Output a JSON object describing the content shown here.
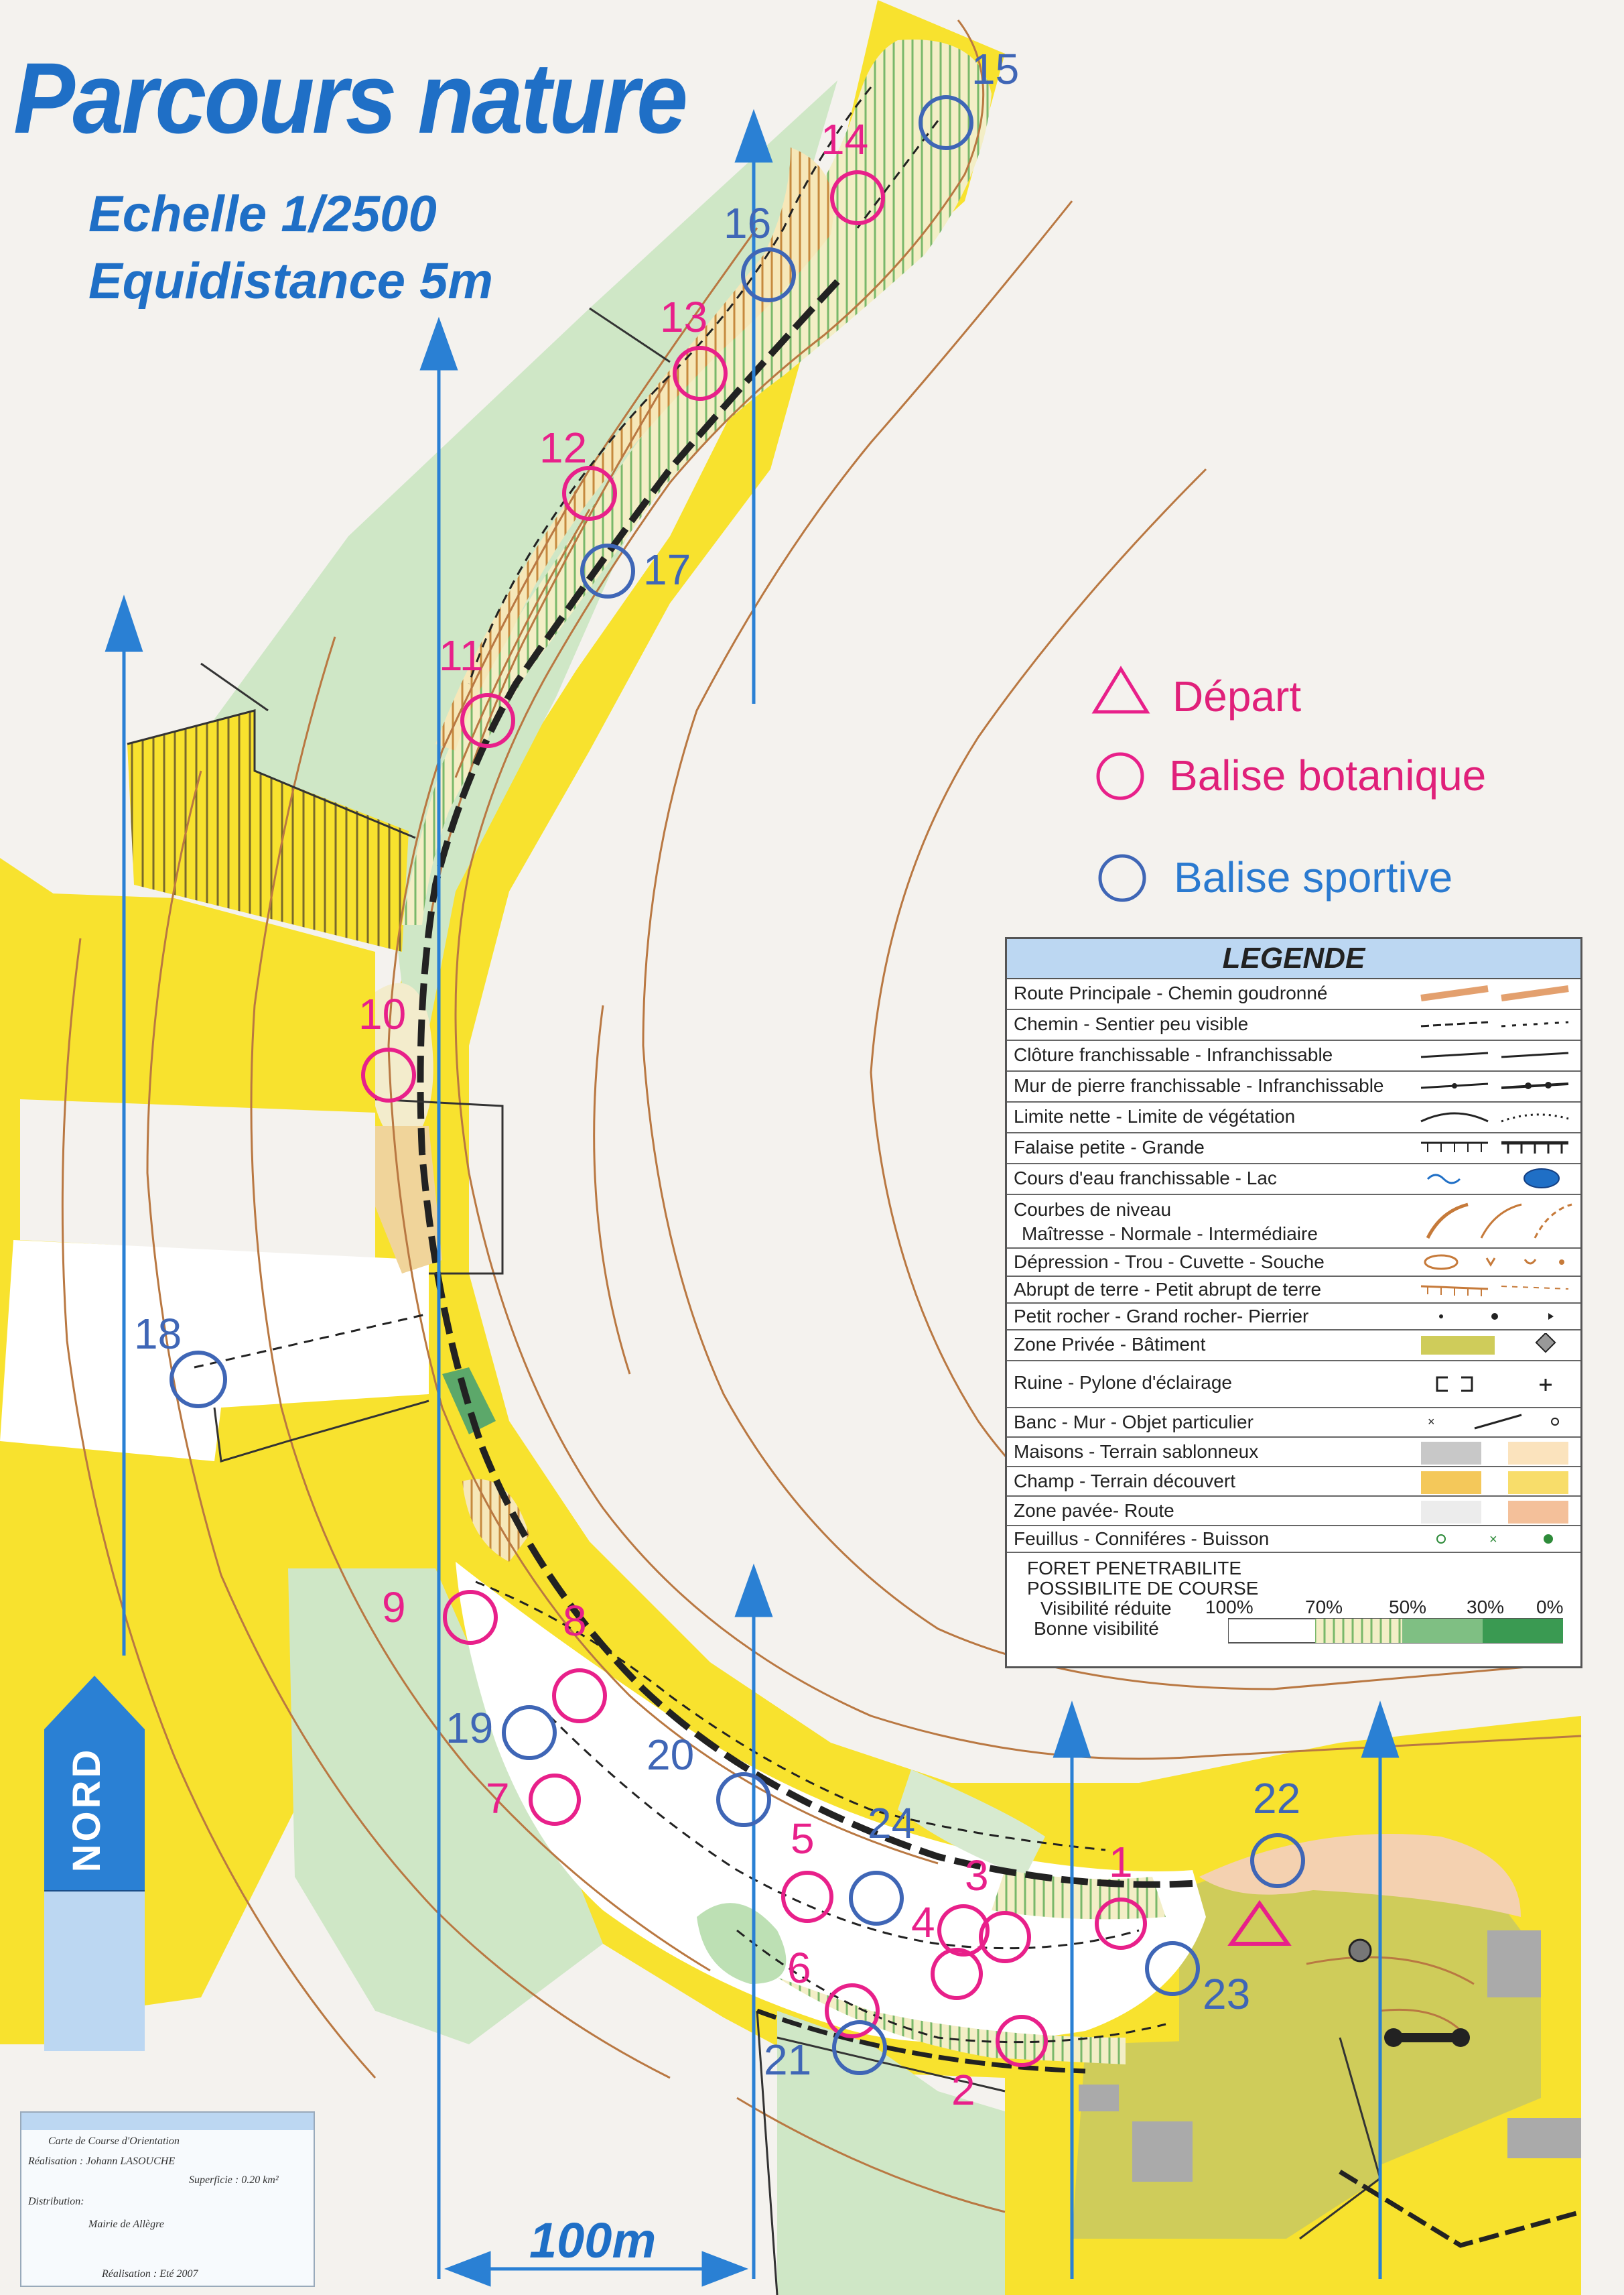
{
  "title": "Parcours nature",
  "scale_line": "Echelle 1/2500",
  "equidistance_line": "Equidistance 5m",
  "key": {
    "depart": "Départ",
    "balise_botanique": "Balise botanique",
    "balise_sportive": "Balise sportive"
  },
  "colors": {
    "botanique": "#e8208a",
    "sportive": "#3f66b6",
    "accent_blue": "#1f6fc6",
    "yellow": "#f8e22e",
    "green": "#cfe7c6",
    "hatch": "#f0b36a"
  },
  "legend": {
    "title": "LEGENDE",
    "rows": [
      "Route Principale - Chemin goudronné",
      "Chemin - Sentier peu visible",
      "Clôture franchissable - Infranchissable",
      "Mur de pierre franchissable - Infranchissable",
      "Limite nette - Limite de végétation",
      "Falaise petite - Grande",
      "Cours d'eau franchissable - Lac",
      "Courbes de niveau",
      "Maîtresse - Normale - Intermédiaire",
      "Dépression - Trou - Cuvette - Souche",
      "Abrupt de terre - Petit abrupt de terre",
      "Petit rocher - Grand rocher- Pierrier",
      "Zone Privée - Bâtiment",
      "Ruine - Pylone d'éclairage",
      "Banc - Mur - Objet particulier",
      "Maisons - Terrain sablonneux",
      "Champ - Terrain découvert",
      "Zone pavée- Route",
      "Feuillus - Conniféres - Buisson"
    ],
    "foot": {
      "l1": "FORET PENETRABILITE",
      "l2": "POSSIBILITE DE COURSE",
      "l3": "Visibilité réduite",
      "l4": "Bonne visibilité",
      "p100": "100%",
      "p70": "70%",
      "p50": "50%",
      "p30": "30%",
      "p0": "0%"
    }
  },
  "north_label": "NORD",
  "scalebar_label": "100m",
  "credits": {
    "l1": "Carte de Course d'Orientation",
    "l2": "Réalisation : Johann LASOUCHE",
    "l3": "Superficie : 0.20 km²",
    "l4": "Distribution:",
    "l5": "Mairie de Allègre",
    "l6": "Réalisation : Eté 2007"
  },
  "controls_botanique": [
    "1",
    "2",
    "3",
    "4",
    "5",
    "6",
    "7",
    "8",
    "9",
    "10",
    "11",
    "12",
    "13",
    "14"
  ],
  "controls_sportive": [
    "15",
    "16",
    "17",
    "18",
    "19",
    "20",
    "21",
    "22",
    "23",
    "24"
  ],
  "start_marker": "start-triangle"
}
